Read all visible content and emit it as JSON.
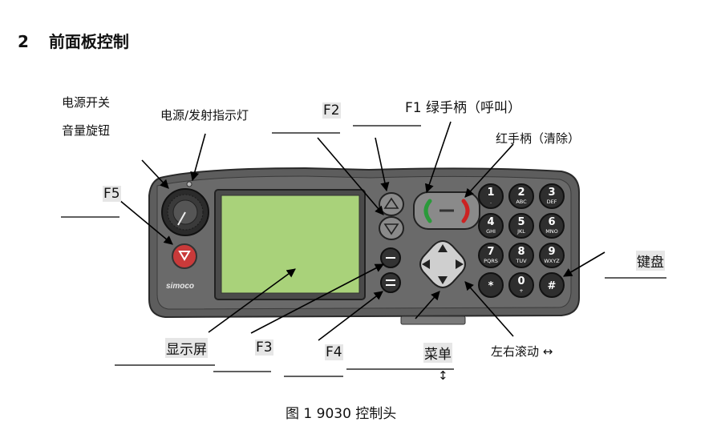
{
  "heading": {
    "number": "2",
    "title": "前面板控制"
  },
  "labels": {
    "power_switch": "电源开关",
    "volume_knob": "音量旋钮",
    "power_tx_lamp": "电源/发射指示灯",
    "f2": "F2",
    "f1_green": "F1 绿手柄（呼叫）",
    "red_handset": "红手柄（清除）",
    "f5": "F5",
    "keypad": "键盘",
    "display": "显示屏",
    "f3": "F3",
    "f4": "F4",
    "menu": "菜单",
    "scroll_lr": "左右滚动 ↔",
    "scroll_ud": "↕"
  },
  "device": {
    "brand": "simoco",
    "display_color": "#a9d27a",
    "body_color": "#5d5d5d",
    "keys": [
      {
        "main": "1",
        "sub": "."
      },
      {
        "main": "2",
        "sub": "ABC"
      },
      {
        "main": "3",
        "sub": "DEF"
      },
      {
        "main": "4",
        "sub": "GHI"
      },
      {
        "main": "5",
        "sub": "JKL"
      },
      {
        "main": "6",
        "sub": "MNO"
      },
      {
        "main": "7",
        "sub": "PQRS"
      },
      {
        "main": "8",
        "sub": "TUV"
      },
      {
        "main": "9",
        "sub": "WXYZ"
      },
      {
        "main": "*",
        "sub": ""
      },
      {
        "main": "0",
        "sub": "+"
      },
      {
        "main": "#",
        "sub": ""
      }
    ]
  },
  "caption": "图 1    9030 控制头"
}
